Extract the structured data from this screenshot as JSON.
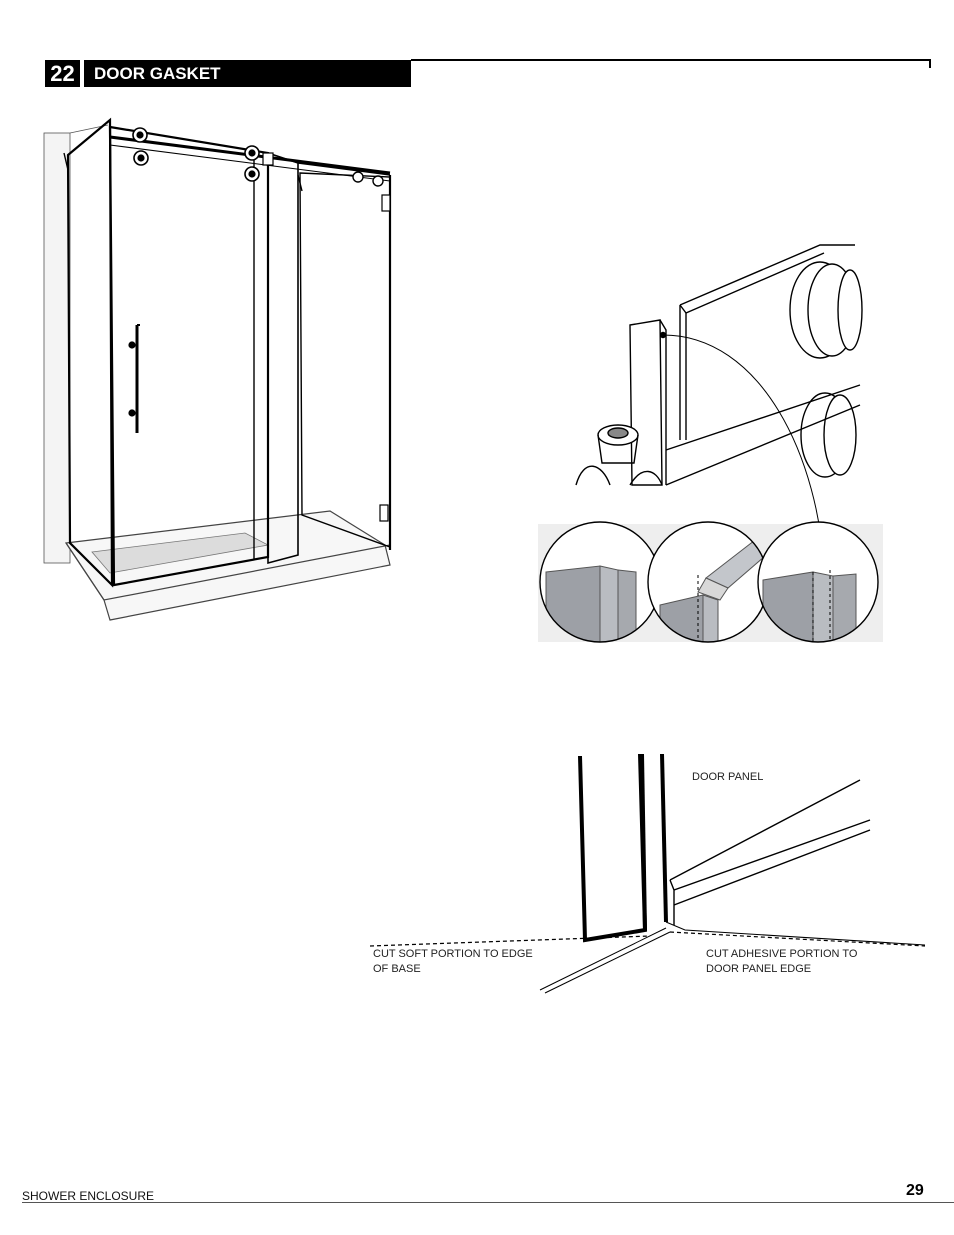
{
  "header": {
    "step_number": "22",
    "step_title": "DOOR GASKET"
  },
  "labels": {
    "door_panel": "DOOR PANEL",
    "cut_soft_line1": "CUT SOFT PORTION TO EDGE",
    "cut_soft_line2": "OF BASE",
    "cut_adhesive_line1": "CUT ADHESIVE PORTION TO",
    "cut_adhesive_line2": "DOOR PANEL EDGE"
  },
  "footer": {
    "document_name": "SHOWER ENCLOSURE",
    "page_number": "29"
  },
  "colors": {
    "header_background": "#000000",
    "header_text": "#ffffff",
    "panel_grey": "#9da0a6"
  }
}
